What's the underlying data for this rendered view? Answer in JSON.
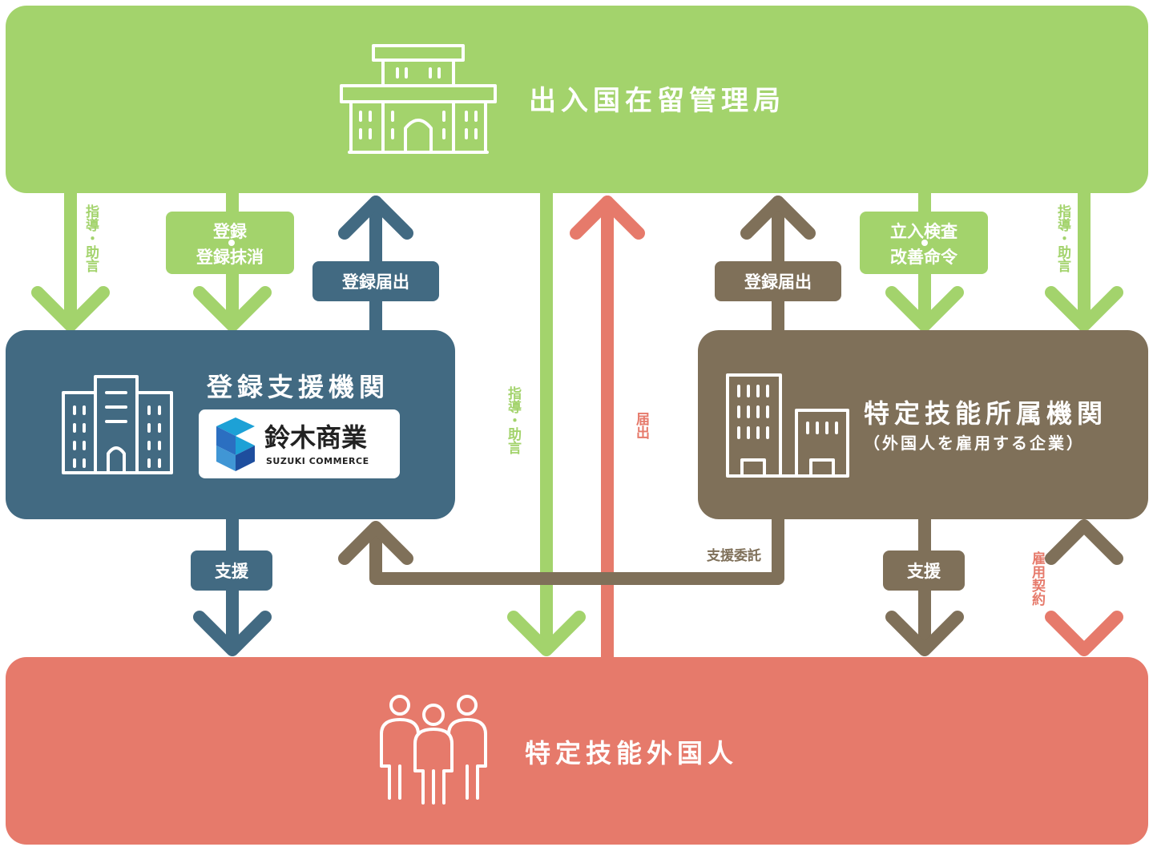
{
  "colors": {
    "green": "#a3d36c",
    "blue": "#426a82",
    "brown": "#7f7059",
    "red": "#e67a6b",
    "white": "#ffffff"
  },
  "nodes": {
    "immigration": {
      "title": "出入国在留管理局",
      "icon": "government-building-icon"
    },
    "registered_support": {
      "title": "登録支援機関",
      "icon": "office-building-icon"
    },
    "logo": {
      "name": "鈴木商業",
      "sub": "SUZUKI COMMERCE",
      "icon": "suzuki-commerce-logo-icon"
    },
    "affiliated": {
      "title": "特定技能所属機関",
      "subtitle": "（外国人を雇用する企業）",
      "icon": "company-buildings-icon"
    },
    "worker": {
      "title": "特定技能外国人",
      "icon": "people-group-icon"
    }
  },
  "relations": {
    "guidance_left": "指導・助言",
    "registration_left": [
      "登録",
      "登録抹消"
    ],
    "report_blue": "登録届出",
    "guidance_center": "指導・助言",
    "notification_center": "届出",
    "report_brown": "登録届出",
    "inspection": [
      "立入検査",
      "改善命令"
    ],
    "guidance_right": "指導・助言",
    "support_left": "支援",
    "support_consign": "支援委託",
    "support_right": "支援",
    "employment": "雇用契約"
  }
}
